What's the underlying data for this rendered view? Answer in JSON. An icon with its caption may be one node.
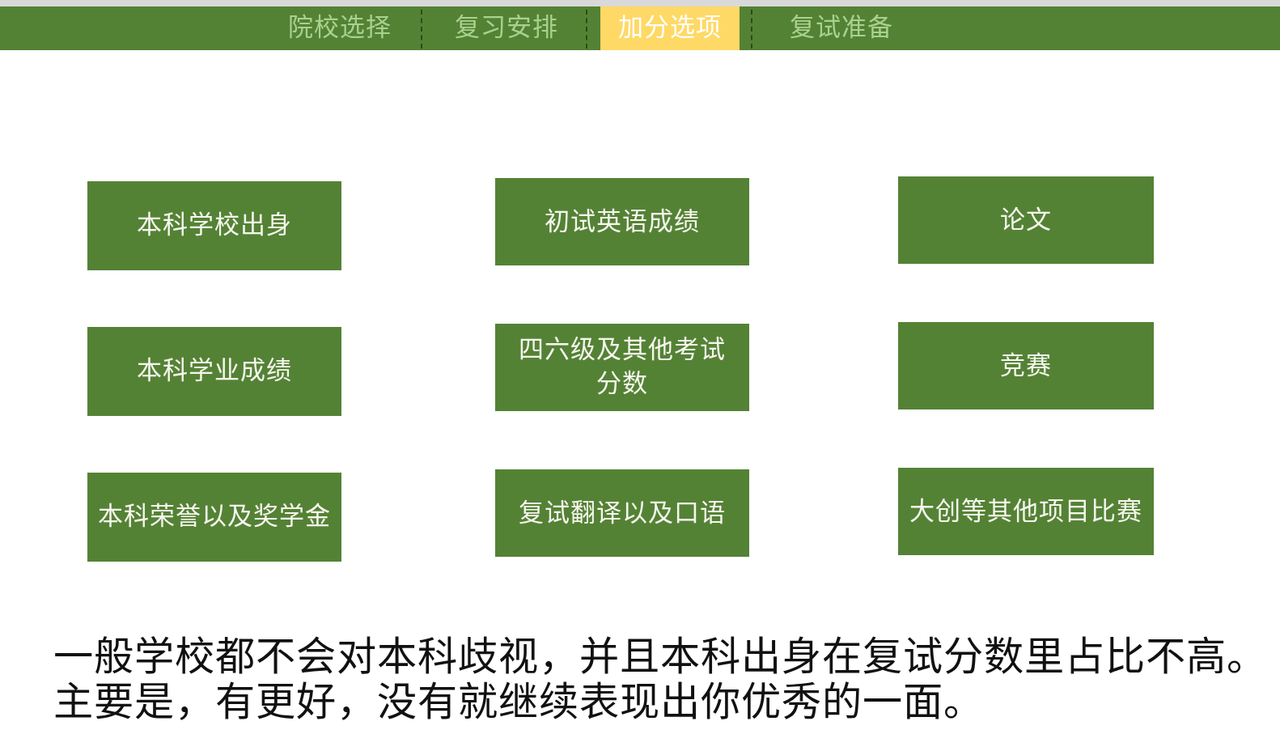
{
  "diagram": {
    "nodes": [
      {
        "text": [],
        "shape": "bar"
      },
      {
        "text": [
          "院校选择"
        ],
        "in": 0
      },
      {
        "text": [
          "复习安排"
        ],
        "in": 0
      },
      {
        "text": [
          "加分选项"
        ],
        "in": 0
      },
      {
        "text": [
          "复试准备"
        ],
        "in": 0
      },
      {
        "text": [
          "本科学校出身"
        ]
      },
      {
        "text": [
          "初试英语成绩"
        ]
      },
      {
        "text": [
          "论文"
        ]
      },
      {
        "text": [
          "本科学业成绩"
        ]
      },
      {
        "text": [
          "四六级及其他考试分数"
        ]
      },
      {
        "text": [
          "竞赛"
        ]
      },
      {
        "text": [
          "本科荣誉以及奖学金"
        ]
      },
      {
        "text": [
          "复试翻译以及口语"
        ]
      },
      {
        "text": [
          "大创等其他项目比赛"
        ]
      }
    ],
    "edges": [],
    "labels": [
      "一般学校都不会对本科歧视，并且本科出身在复试分数里占比不高。主要是，有更好，没有就继续表现出你优秀的一面。"
    ]
  }
}
